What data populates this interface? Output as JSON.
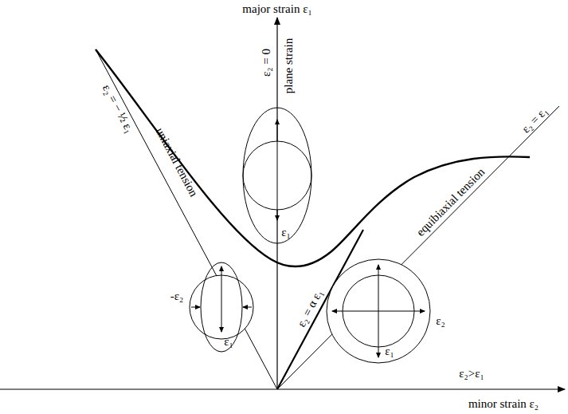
{
  "diagram": {
    "labels": [
      "major strain ε₁",
      "ε₂ = 0",
      "plane strain",
      "ε₁",
      "ε₂ = − ½ ε₁",
      "uniaxial tension",
      "-ε₂",
      "ε₁",
      "ε₂ = α ε₁",
      "equibiaxial tension",
      "ε₂ = ε₁",
      "ε₂",
      "ε₁",
      "ε₂>ε₁",
      "minor strain ε₂"
    ]
  }
}
